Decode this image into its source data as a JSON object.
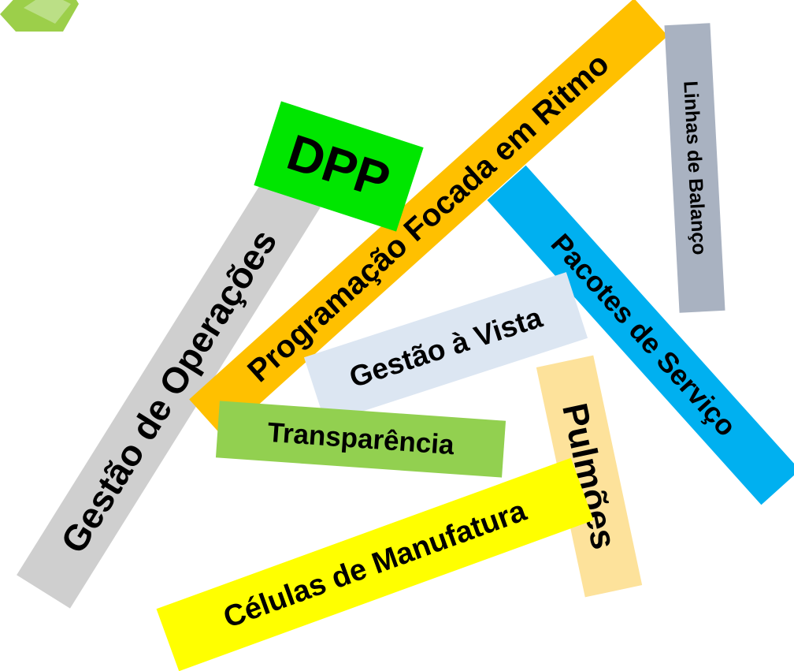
{
  "labels": {
    "gestao_operacoes": {
      "text": "Gestão de Operações",
      "color": "#cfcfcf"
    },
    "dpp": {
      "text": "DPP",
      "color": "#00e600"
    },
    "programacao": {
      "text": "Programação Focada em Ritmo",
      "color": "#ffc000"
    },
    "linhas_balanco": {
      "text": "Linhas de Balanço",
      "color": "#a9b2c1"
    },
    "pacotes_servico": {
      "text": "Pacotes de Serviço",
      "color": "#00b0f0"
    },
    "gestao_vista": {
      "text": "Gestão à Vista",
      "color": "#dce6f2"
    },
    "transparencia": {
      "text": "Transparência",
      "color": "#92d050"
    },
    "pulmoes": {
      "text": "Pulmões",
      "color": "#fde29b"
    },
    "celulas": {
      "text": "Células de Manufatura",
      "color": "#ffff00"
    }
  },
  "logo": {
    "icon": "green-hexagon-logo-icon",
    "color": "#8cc63f"
  }
}
